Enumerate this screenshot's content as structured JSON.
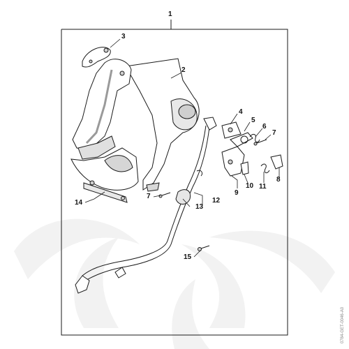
{
  "diagram": {
    "callouts": {
      "c1": "1",
      "c2": "2",
      "c3": "3",
      "c4": "4",
      "c5": "5",
      "c6": "6",
      "c7a": "7",
      "c7b": "7",
      "c8": "8",
      "c9": "9",
      "c10": "10",
      "c11": "11",
      "c12": "12",
      "c13": "13",
      "c14": "14",
      "c15": "15"
    },
    "drawing_code": "0784-GET-0046-A0",
    "colors": {
      "line": "#1a1a1a",
      "part_fill": "#ffffff",
      "shade": "#c8c8c8",
      "watermark": "#f1f1f1"
    }
  }
}
